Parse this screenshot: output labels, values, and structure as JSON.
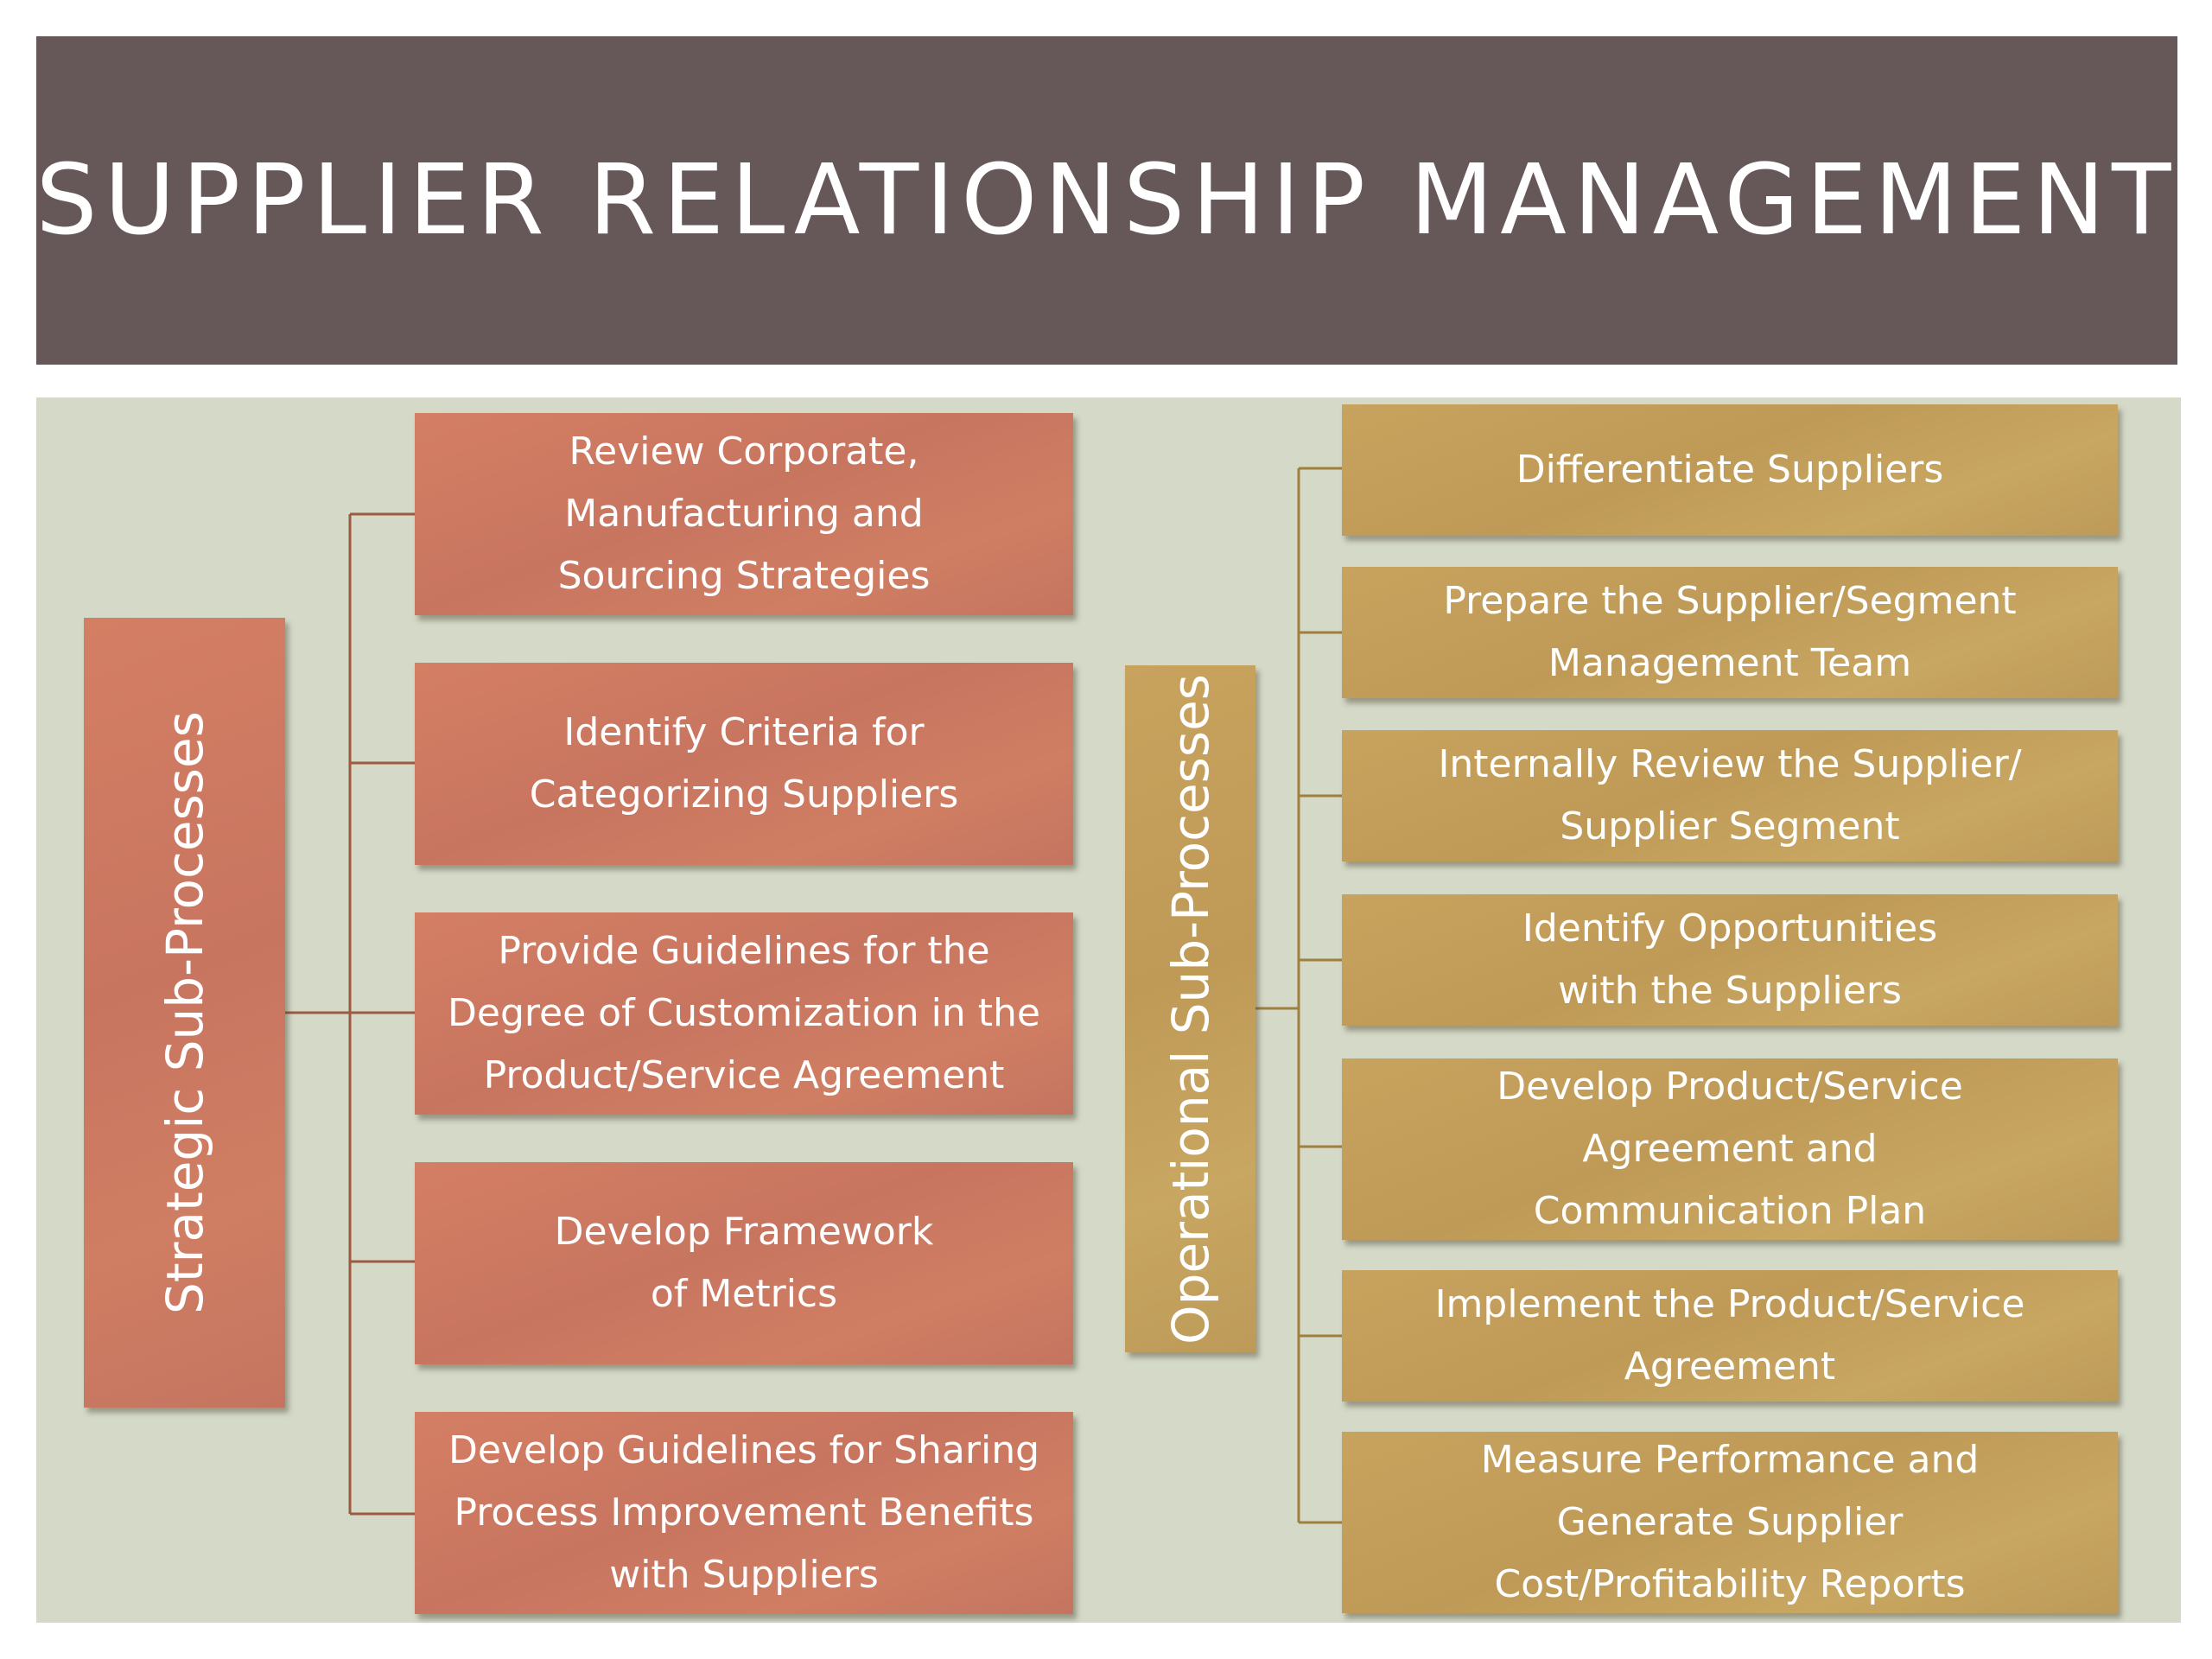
{
  "title": "SUPPLIER RELATIONSHIP MANAGEMENT",
  "strategic": {
    "label": "Strategic Sub-Processes",
    "color": "#c87560",
    "items": [
      "Review Corporate,\nManufacturing and\nSourcing Strategies",
      "Identify Criteria for\nCategorizing Suppliers",
      "Provide Guidelines for the\nDegree of Customization in the\nProduct/Service Agreement",
      "Develop Framework\nof Metrics",
      "Develop Guidelines for Sharing\nProcess Improvement Benefits\nwith Suppliers"
    ]
  },
  "operational": {
    "label": "Operational Sub-Processes",
    "color": "#bf9a57",
    "items": [
      "Differentiate Suppliers",
      "Prepare the Supplier/Segment\nManagement Team",
      "Internally Review the Supplier/\nSupplier Segment",
      "Identify Opportunities\nwith the Suppliers",
      "Develop Product/Service\nAgreement and\nCommunication Plan",
      "Implement the Product/Service\nAgreement",
      "Measure Performance and\nGenerate Supplier\nCost/Profitability Reports"
    ]
  }
}
